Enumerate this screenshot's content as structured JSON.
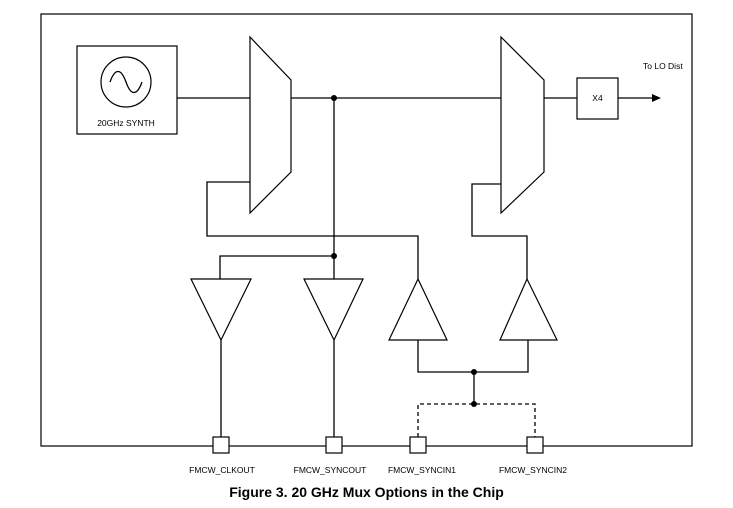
{
  "diagram": {
    "synth_label": "20GHz SYNTH",
    "multiplier_label": "X4",
    "output_label": "To LO Dist",
    "pins": {
      "clkout": "FMCW_CLKOUT",
      "syncout": "FMCW_SYNCOUT",
      "syncin1": "FMCW_SYNCIN1",
      "syncin2": "FMCW_SYNCIN2"
    }
  },
  "caption": "Figure 3. 20 GHz Mux Options in the Chip"
}
